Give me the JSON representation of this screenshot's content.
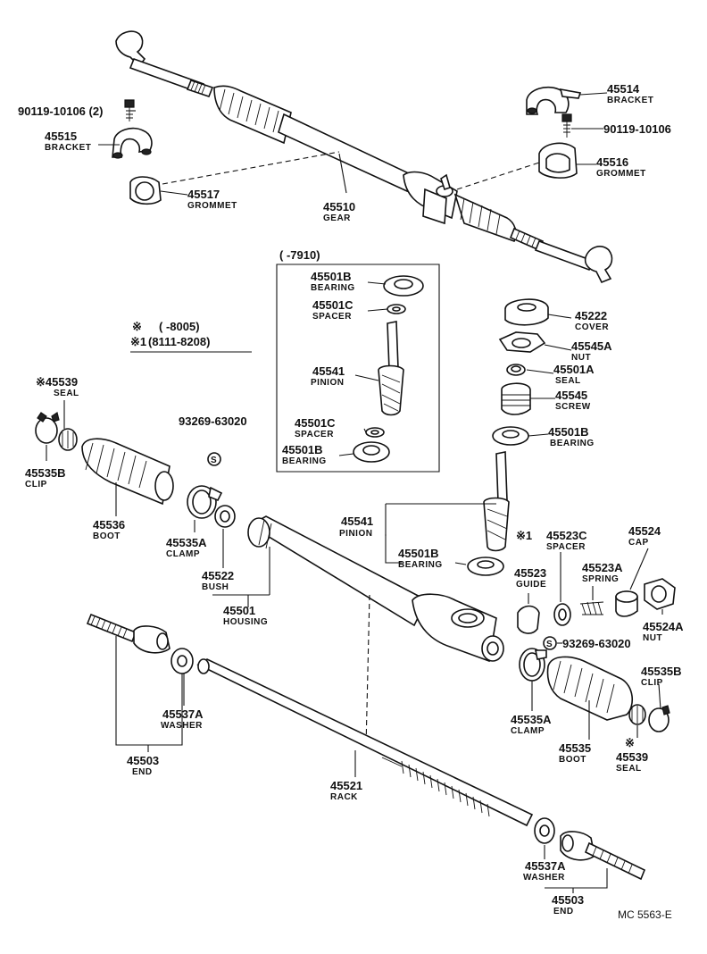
{
  "notes": {
    "pinion_range": "(     -7910)",
    "range_1_mark": "※",
    "range_1": "(       -8005)",
    "range_2_mark": "※1",
    "range_2": "(8111-8208)"
  },
  "parts": {
    "bolt_top": {
      "number": "90119-10106 (2)"
    },
    "bracket_45515": {
      "number": "45515",
      "name": "BRACKET"
    },
    "grommet_45517": {
      "number": "45517",
      "name": "GROMMET"
    },
    "gear_45510": {
      "number": "45510",
      "name": "GEAR"
    },
    "bracket_45514": {
      "number": "45514",
      "name": "BRACKET"
    },
    "bolt_right": {
      "number": "90119-10106"
    },
    "grommet_45516": {
      "number": "45516",
      "name": "GROMMET"
    },
    "bearing_45501b_top": {
      "number": "45501B",
      "name": "BEARING"
    },
    "spacer_45501c_top": {
      "number": "45501C",
      "name": "SPACER"
    },
    "pinion_45541_top": {
      "number": "45541",
      "name": "PINION"
    },
    "spacer_45501c_bottom": {
      "number": "45501C",
      "name": "SPACER"
    },
    "bearing_45501b_bottom": {
      "number": "45501B",
      "name": "BEARING"
    },
    "cover_45222": {
      "number": "45222",
      "name": "COVER"
    },
    "nut_45545a": {
      "number": "45545A",
      "name": "NUT"
    },
    "seal_45501a": {
      "number": "45501A",
      "name": "SEAL"
    },
    "screw_45545": {
      "number": "45545",
      "name": "SCREW"
    },
    "bearing_45501b_right": {
      "number": "45501B",
      "name": "BEARING"
    },
    "seal_45539_left": {
      "number": "※45539",
      "name": "SEAL"
    },
    "clip_45535b_left": {
      "number": "45535B",
      "name": "CLIP"
    },
    "boot_45536": {
      "number": "45536",
      "name": "BOOT"
    },
    "clamp_45535a_left": {
      "number": "45535A",
      "name": "CLAMP"
    },
    "bush_45522": {
      "number": "45522",
      "name": "BUSH"
    },
    "housing_45501": {
      "number": "45501",
      "name": "HOUSING"
    },
    "grease_left": {
      "number": "93269-63020",
      "symbol": "S"
    },
    "pinion_45541_right": {
      "number": "45541",
      "name": "PINION"
    },
    "bearing_45501b_lower": {
      "number": "45501B",
      "name": "BEARING"
    },
    "spacer_45523c": {
      "mark": "※1",
      "number": "45523C",
      "name": "SPACER"
    },
    "cap_45524": {
      "number": "45524",
      "name": "CAP"
    },
    "guide_45523": {
      "number": "45523",
      "name": "GUIDE"
    },
    "spring_45523a": {
      "number": "45523A",
      "name": "SPRING"
    },
    "nut_45524a": {
      "number": "45524A",
      "name": "NUT"
    },
    "grease_right": {
      "number": "93269-63020",
      "symbol": "S"
    },
    "washer_45537a_left": {
      "number": "45537A",
      "name": "WASHER"
    },
    "end_45503_left": {
      "number": "45503",
      "name": "END"
    },
    "rack_45521": {
      "number": "45521",
      "name": "RACK"
    },
    "clamp_45535a_right": {
      "number": "45535A",
      "name": "CLAMP"
    },
    "boot_45535": {
      "number": "45535",
      "name": "BOOT"
    },
    "clip_45535b_right": {
      "number": "45535B",
      "name": "CLIP"
    },
    "seal_45539_right": {
      "mark": "※",
      "number": "45539",
      "name": "SEAL"
    },
    "washer_45537a_right": {
      "number": "45537A",
      "name": "WASHER"
    },
    "end_45503_right": {
      "number": "45503",
      "name": "END"
    }
  },
  "footer": {
    "code": "MC  5563-E"
  }
}
